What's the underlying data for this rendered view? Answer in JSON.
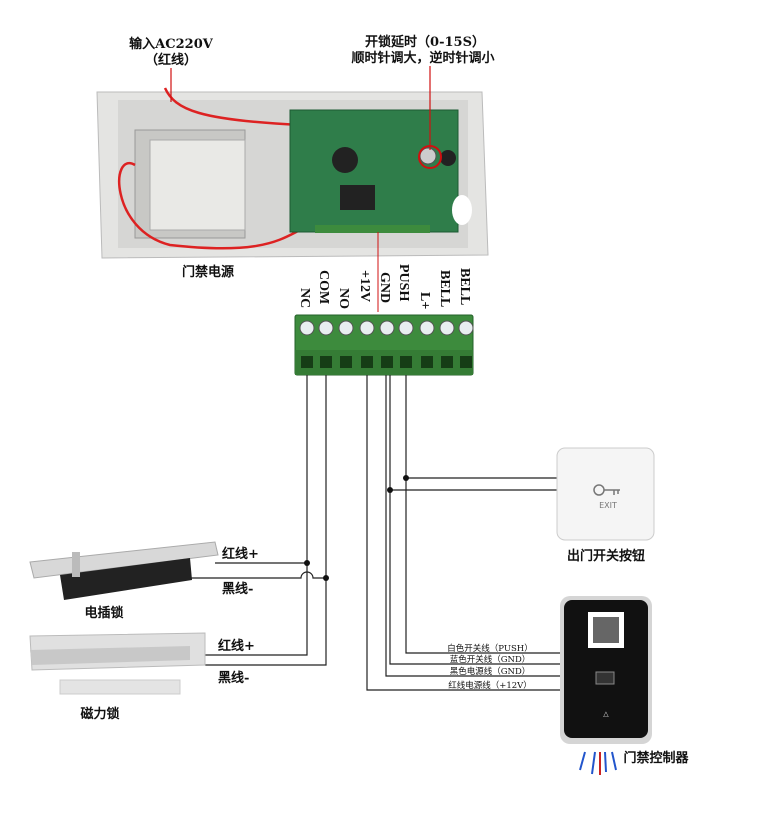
{
  "labels": {
    "input_power": "输入AC220V",
    "input_power_note": "（红线）",
    "delay_title": "开锁延时（0-15S）",
    "delay_note": "顺时针调大，逆时针调小",
    "power_supply": "门禁电源",
    "exit_button": "出门开关按钮",
    "electric_bolt": "电插锁",
    "magnetic_lock": "磁力锁",
    "controller": "门禁控制器"
  },
  "terminals": [
    "NC",
    "COM",
    "NO",
    "+12V",
    "GND",
    "PUSH",
    "L+",
    "BELL",
    "BELL"
  ],
  "bolt_wires": {
    "red": "红线+",
    "black": "黑线-"
  },
  "maglock_wires": {
    "red": "红线+",
    "black": "黑线-"
  },
  "controller_wires": [
    "白色开关线（PUSH）",
    "蓝色开关线（GND）",
    "黑色电源线（GND）",
    "红线电源线（+12V）"
  ],
  "exit_button_text": "EXIT",
  "colors": {
    "terminal_green": "#3d8b3d",
    "pcb_green": "#2f7d4a",
    "annotation_red": "#d01010",
    "controller_black": "#111111"
  }
}
